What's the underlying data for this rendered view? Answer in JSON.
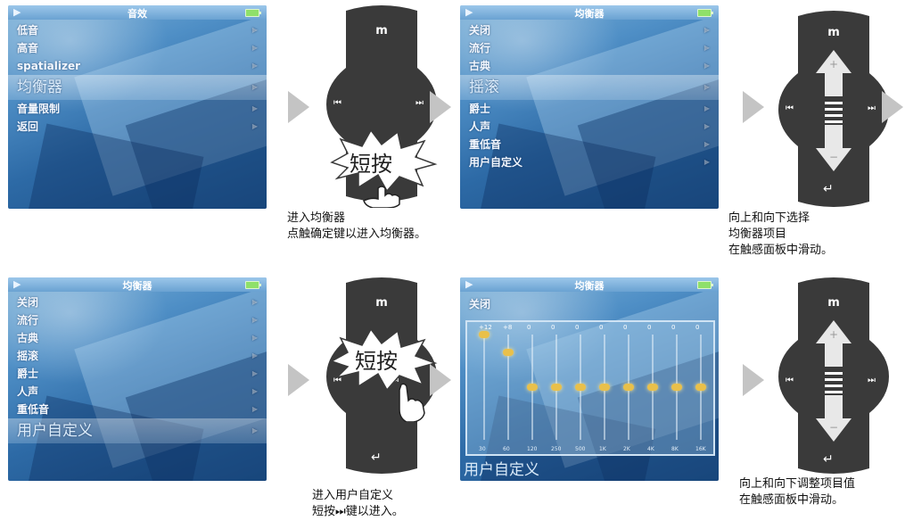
{
  "screen1": {
    "title": "音效",
    "items": [
      "低音",
      "高音",
      "spatializer",
      "均衡器",
      "音量限制",
      "返回"
    ],
    "selected": 3
  },
  "screen2": {
    "title": "均衡器",
    "items": [
      "关闭",
      "流行",
      "古典",
      "摇滚",
      "爵士",
      "人声",
      "重低音",
      "用户自定义"
    ],
    "selected": 3
  },
  "screen3": {
    "title": "均衡器",
    "items": [
      "关闭",
      "流行",
      "古典",
      "摇滚",
      "爵士",
      "人声",
      "重低音",
      "用户自定义"
    ],
    "selected": 7
  },
  "screen4": {
    "title": "均衡器",
    "header_item": "关闭",
    "eq_top_labels": [
      "+12",
      "+8",
      "0",
      "0",
      "0",
      "0",
      "0",
      "0",
      "0",
      "0"
    ],
    "eq_freq_labels": [
      "30",
      "60",
      "120",
      "250",
      "500",
      "1K",
      "2K",
      "4K",
      "8K",
      "16K"
    ],
    "eq_levels": [
      12,
      8,
      0,
      0,
      0,
      0,
      0,
      0,
      0,
      0
    ],
    "bottom_label": "用户自定义"
  },
  "remotes": {
    "menu_glyph": "m",
    "prev_glyph": "⏮",
    "next_glyph": "⏭",
    "press_label": "短按"
  },
  "captions": {
    "c1": "进入均衡器\n点触确定键以进入均衡器。",
    "c2": "向上和向下选择\n均衡器项目\n在触感面板中滑动。",
    "c3": "进入用户自定义\n短按⏭键以进入。",
    "c4": "向上和向下调整项目值\n在触感面板中滑动。"
  },
  "colors": {
    "remote_body": "#3a3a3a",
    "arrow_gray": "#c4c4c4",
    "eq_knob": "#e9c04a"
  }
}
